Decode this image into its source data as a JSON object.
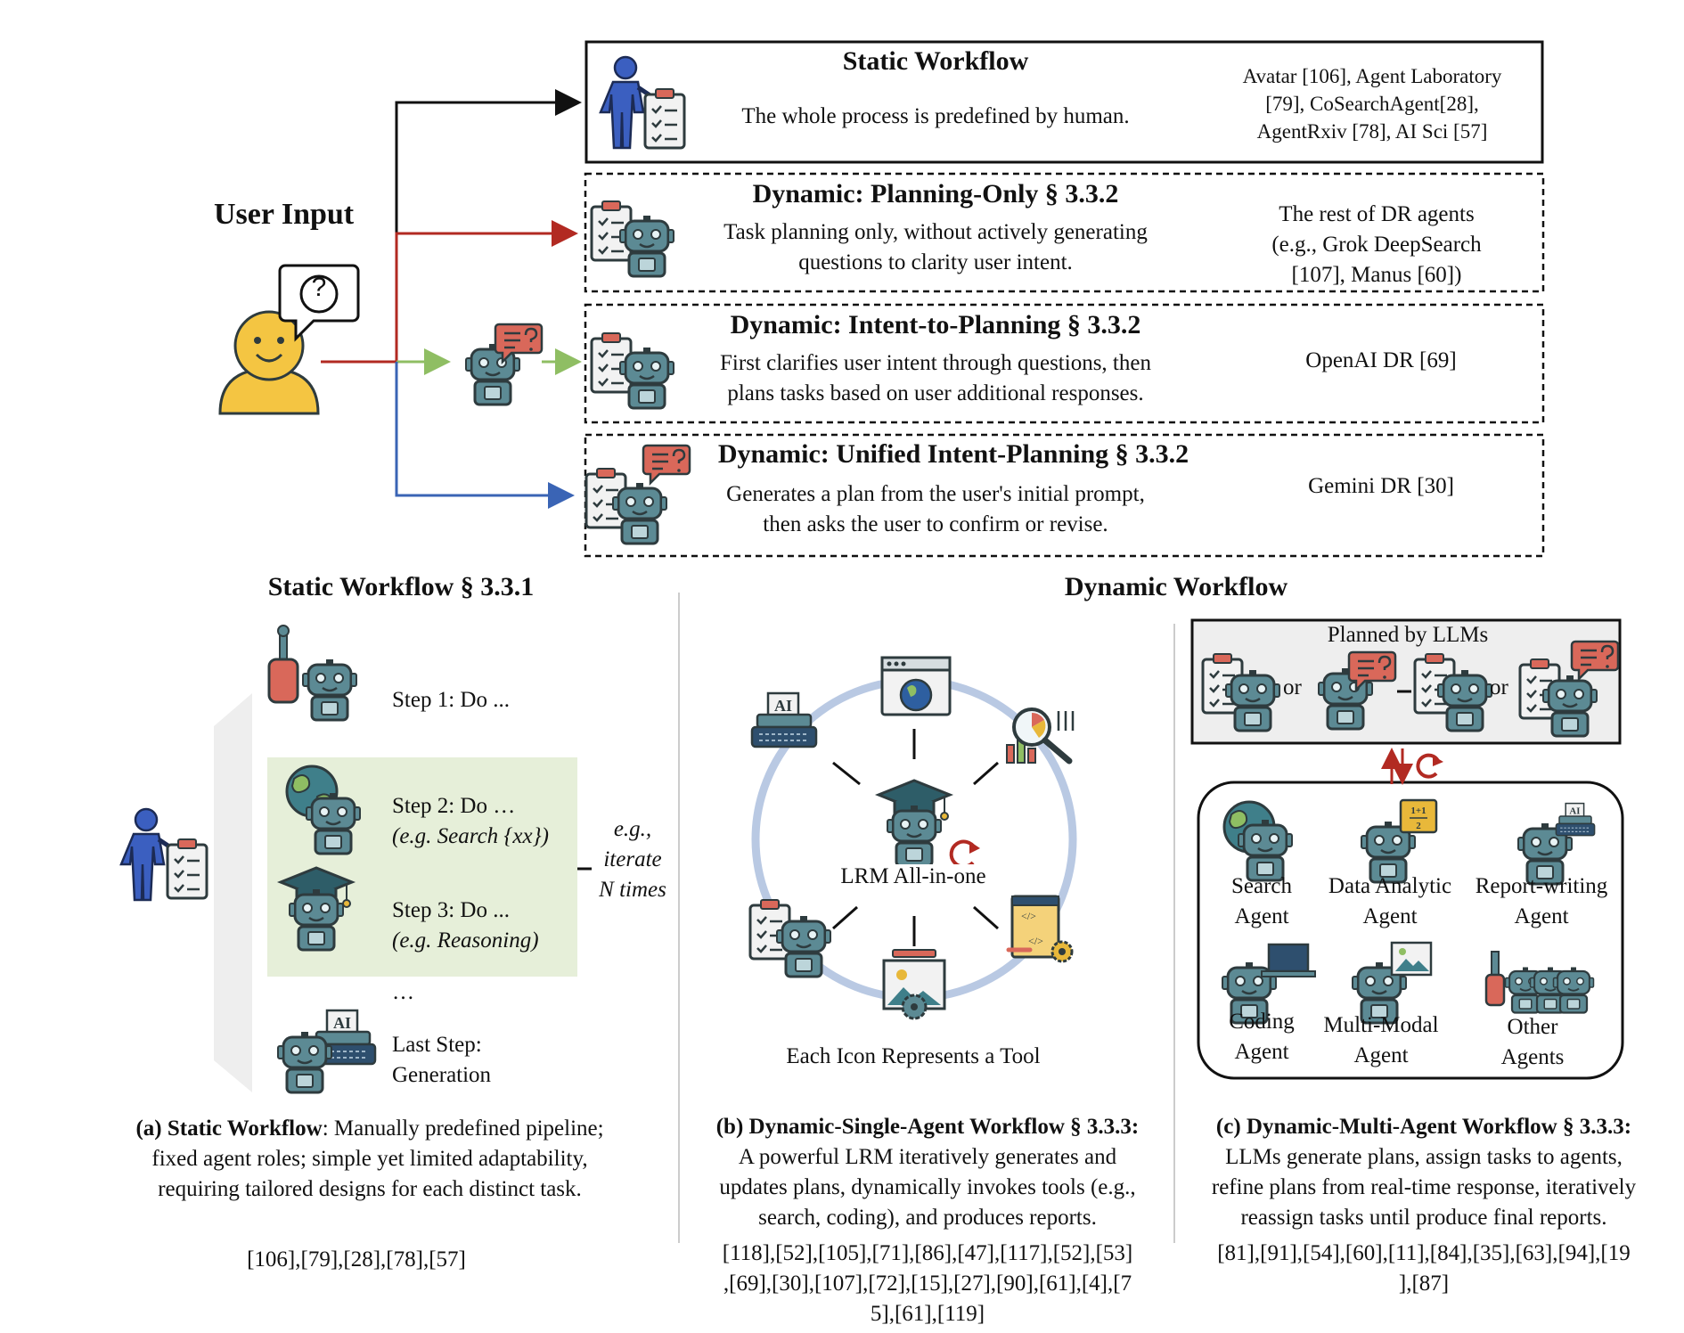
{
  "top": {
    "user_input": "User Input",
    "question_mark": "?",
    "static": {
      "title": "Static Workflow",
      "desc": "The whole process is predefined by human.",
      "refs": [
        "Avatar [106], Agent Laboratory",
        "[79], CoSearchAgent[28],",
        "AgentRxiv [78], AI Sci [57]"
      ]
    },
    "planning_only": {
      "title": "Dynamic: Planning-Only § 3.3.2",
      "desc": [
        "Task planning only, without actively generating",
        "questions to clarity user intent."
      ],
      "refs": [
        "The rest of DR agents",
        "(e.g., Grok DeepSearch",
        "[107], Manus [60])"
      ]
    },
    "intent_to_planning": {
      "title": "Dynamic: Intent-to-Planning § 3.3.2",
      "desc": [
        "First clarifies user intent through questions, then",
        "plans tasks based on user additional responses."
      ],
      "refs": [
        "OpenAI DR [69]"
      ]
    },
    "unified": {
      "title": "Dynamic: Unified Intent-Planning § 3.3.2",
      "desc": [
        "Generates a plan from the user's initial prompt,",
        "then asks the user to confirm or revise."
      ],
      "refs": [
        "Gemini DR [30]"
      ]
    }
  },
  "static_panel": {
    "heading": "Static Workflow § 3.3.1",
    "step1": "Step 1: Do ...",
    "step2": [
      "Step 2: Do …",
      "(e.g. Search {xx})"
    ],
    "step3": [
      "Step 3: Do ...",
      "(e.g. Reasoning)"
    ],
    "ellipsis": "…",
    "last": [
      "Last Step:",
      "Generation"
    ],
    "iterate": [
      "e.g.,",
      "iterate",
      "N times"
    ],
    "caption_bold": "(a) Static Workflow",
    "caption": [
      ": Manually predefined pipeline;",
      "fixed agent roles;  simple yet limited adaptability,",
      "requiring tailored designs for each distinct task."
    ],
    "refs": [
      "[106],[79],[28],[78],[57]"
    ]
  },
  "dynamic_heading": "Dynamic Workflow",
  "single_panel": {
    "center_label": "LRM All-in-one",
    "ai_label": "AI",
    "tool_note": "Each Icon Represents a Tool",
    "caption_bold": "(b) Dynamic-Single-Agent Workflow § 3.3.3:",
    "caption": [
      "A powerful LRM iteratively generates and",
      "updates plans, dynamically invokes tools (e.g.,",
      "search, coding), and produces reports."
    ],
    "refs": [
      "[118],[52],[105],[71],[86],[47],[117],[52],[53]",
      ",[69],[30],[107],[72],[15],[27],[90],[61],[4],[7",
      "5],[61],[119]"
    ]
  },
  "multi_panel": {
    "planned": "Planned by LLMs",
    "or1": "or",
    "or2": "or",
    "one_plus_one": "1+1",
    "two": "2",
    "agents": [
      {
        "name": [
          "Search",
          "Agent"
        ]
      },
      {
        "name": [
          "Data Analytic",
          "Agent"
        ]
      },
      {
        "name": [
          "Report-writing",
          "Agent"
        ]
      },
      {
        "name": [
          "Coding",
          "Agent"
        ]
      },
      {
        "name": [
          "Multi-Modal",
          "Agent"
        ]
      },
      {
        "name": [
          "Other",
          "Agents"
        ]
      }
    ],
    "caption_bold": "(c) Dynamic-Multi-Agent Workflow § 3.3.3:",
    "caption": [
      "LLMs generate plans, assign tasks to agents,",
      "refine plans from real-time response, iteratively",
      "reassign tasks until produce final reports."
    ],
    "refs": [
      "[81],[91],[54],[60],[11],[84],[35],[63],[94],[19",
      "],[87]"
    ]
  },
  "colors": {
    "black": "#111111",
    "red": "#b22a22",
    "green": "#8fbe63",
    "blue": "#3a64b5",
    "robot": "#5c8a94",
    "robot_dark": "#2e3b3e",
    "person_blue": "#3b5fc0",
    "face_yellow": "#f4c542",
    "bubble_red": "#d9685a",
    "green_bg": "#e6efd9",
    "ring": "#b9c9e3"
  }
}
